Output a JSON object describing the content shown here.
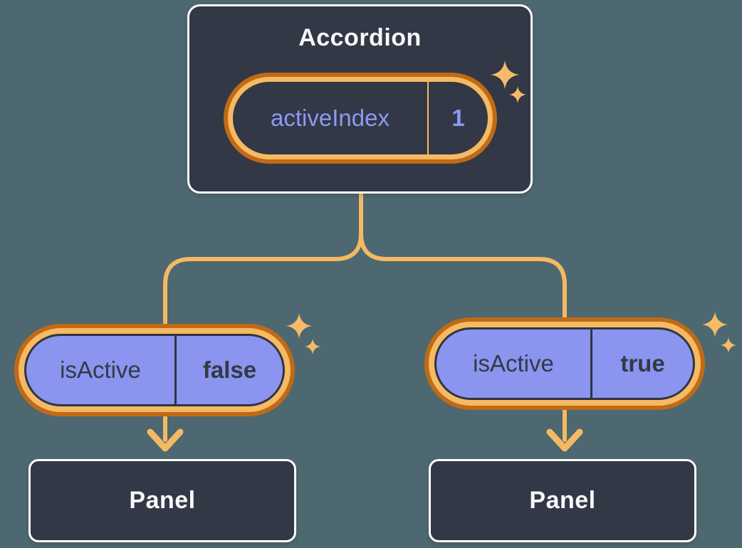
{
  "colors": {
    "background": "#4D6870",
    "box_bg": "#323845",
    "box_border": "#FFFFFF",
    "box_text": "#F6F8FA",
    "connector": "#F5B963",
    "ring_outer": "#C16A15",
    "ring_inner": "#F6B964",
    "pill_fill": "#8B94EE",
    "pill_border": "#2F3540",
    "pill_text": "#333A47",
    "accent_text": "#8A9AF4",
    "sparkle": "#F6BA69"
  },
  "icons": {
    "sparkle": "four-point-star-sparkle",
    "arrow": "arrow-down"
  },
  "accordion": {
    "title": "Accordion",
    "state": {
      "label": "activeIndex",
      "value": "1"
    }
  },
  "children": [
    {
      "state": {
        "label": "isActive",
        "value": "false"
      },
      "panel": {
        "title": "Panel"
      }
    },
    {
      "state": {
        "label": "isActive",
        "value": "true"
      },
      "panel": {
        "title": "Panel"
      }
    }
  ]
}
